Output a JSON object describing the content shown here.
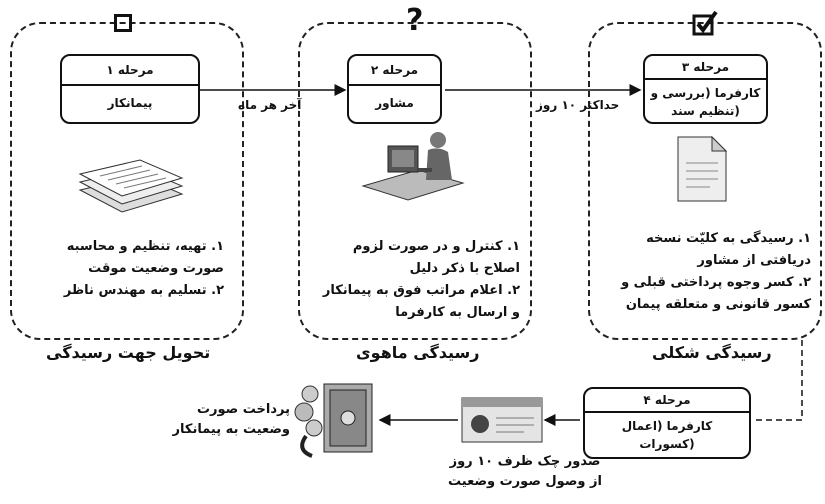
{
  "lanes": [
    {
      "title": "تحویل جهت رسیدگی",
      "stage": {
        "header": "مرحله ۱",
        "actor": "پیمانکار"
      },
      "notes": [
        "۱. تهیه، تنظیم و محاسبه",
        "صورت وضعیت موقت",
        "۲. تسلیم به مهندس ناظر"
      ],
      "top_icon": "empty-square-icon",
      "illustration": "paper-stack-icon"
    },
    {
      "title": "رسیدگی ماهوی",
      "stage": {
        "header": "مرحله ۲",
        "actor": "مشاور"
      },
      "notes": [
        "۱. کنترل و در صورت لزوم",
        "اصلاح با ذکر دلیل",
        "۲. اعلام مراتب فوق به پیمانکار",
        "و ارسال به کارفرما"
      ],
      "top_icon": "question-mark-icon",
      "illustration": "person-at-computer-icon"
    },
    {
      "title": "رسیدگی شکلی",
      "stage": {
        "header": "مرحله ۳",
        "actor_lines": [
          "کارفرما (بررسی و",
          "تنظیم سند)"
        ]
      },
      "notes": [
        "۱. رسیدگی به کلیّت نسخه",
        "دریافتی از مشاور",
        "۲. کسر وجوه پرداختی قبلی و",
        "کسور قانونی و متعلقه پیمان"
      ],
      "top_icon": "checked-box-icon",
      "illustration": "document-icon"
    }
  ],
  "arrows": {
    "stage1_to_stage2": "آخر هر ماه",
    "stage2_to_stage3": "حداکثر ۱۰ روز"
  },
  "stage4": {
    "header": "مرحله ۴",
    "actor_lines": [
      "کارفرما (اعمال",
      "کسورات)"
    ],
    "caption_lines": [
      "صدور چک ظرف ۱۰ روز",
      "از وصول صورت وضعیت"
    ]
  },
  "payment": {
    "lines": [
      "پرداخت صورت",
      "وضعیت به پیمانکار"
    ],
    "illustration_check": "bank-check-icon",
    "illustration_safe": "safe-with-coins-icon"
  }
}
